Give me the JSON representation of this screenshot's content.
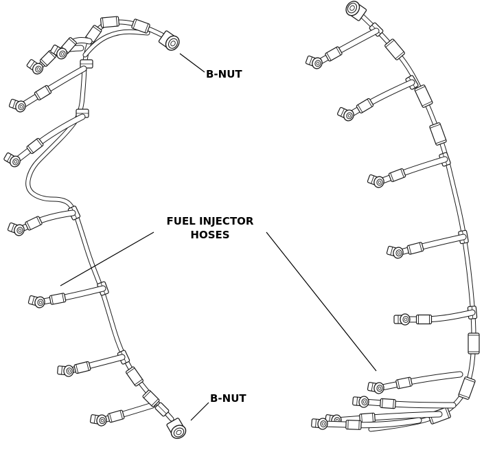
{
  "labels": {
    "b_nut_top": "B-NUT",
    "b_nut_bottom": "B-NUT",
    "fuel_injector_line1": "FUEL INJECTOR",
    "fuel_injector_line2": "HOSES"
  },
  "colors": {
    "line": "#1a1a1a",
    "fill": "#ffffff",
    "text": "#000000"
  },
  "components": {
    "left_harness_nozzles": 8,
    "right_harness_nozzles": 9
  }
}
